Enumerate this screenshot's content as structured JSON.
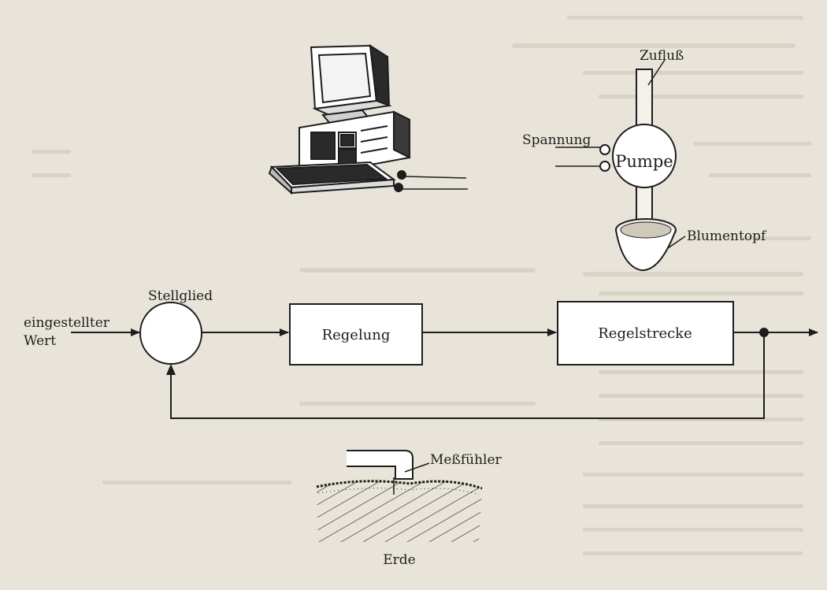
{
  "labels": {
    "zufluss": "Zufluß",
    "spannung": "Spannung",
    "pumpe": "Pumpe",
    "blumentopf": "Blumentopf",
    "stellglied": "Stellglied",
    "eingestellter_line1": "eingestellter",
    "eingestellter_line2": "Wert",
    "regelung": "Regelung",
    "regelstrecke": "Regelstrecke",
    "messfuehler": "Meßfühler",
    "erde": "Erde"
  },
  "colors": {
    "paper": "#e9e4da",
    "ink": "#1d1d1d",
    "box_fill": "#ffffff"
  }
}
